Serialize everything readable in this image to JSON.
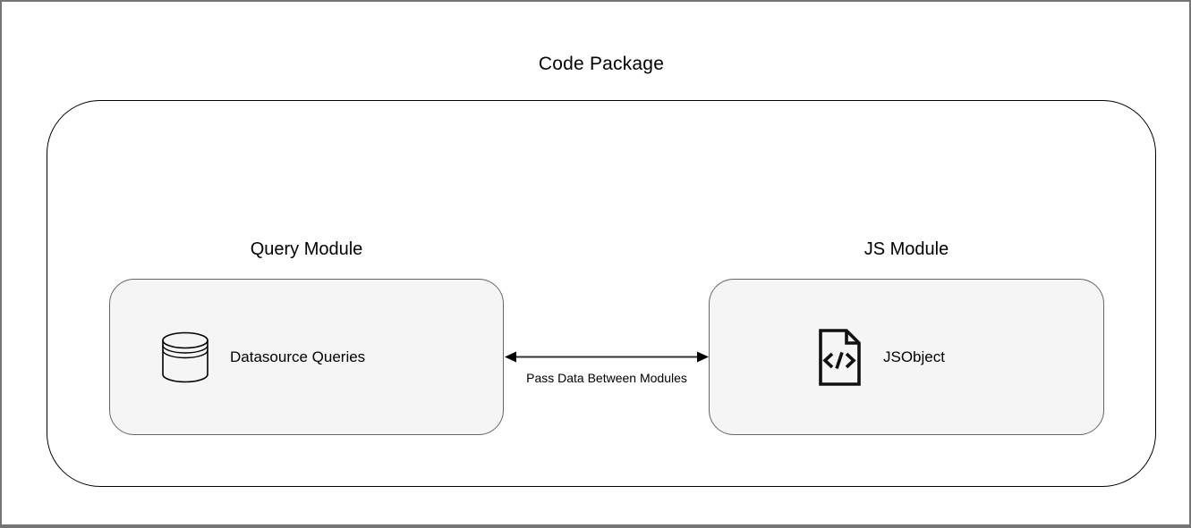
{
  "title": "Code Package",
  "modules": [
    {
      "id": "query-module",
      "label": "Query Module",
      "items": [
        {
          "label": "Datasource Queries",
          "icon": "database-icon"
        }
      ]
    },
    {
      "id": "js-module",
      "label": "JS Module",
      "items": [
        {
          "label": "JSObject",
          "icon": "code-file-icon"
        }
      ]
    }
  ],
  "connector": {
    "label": "Pass Data Between Modules",
    "type": "bidirectional-arrow"
  },
  "colors": {
    "node_fill": "#f5f5f5",
    "node_border": "#666666",
    "container_border": "#000000",
    "arrow": "#000000",
    "window_border": "#757575"
  }
}
